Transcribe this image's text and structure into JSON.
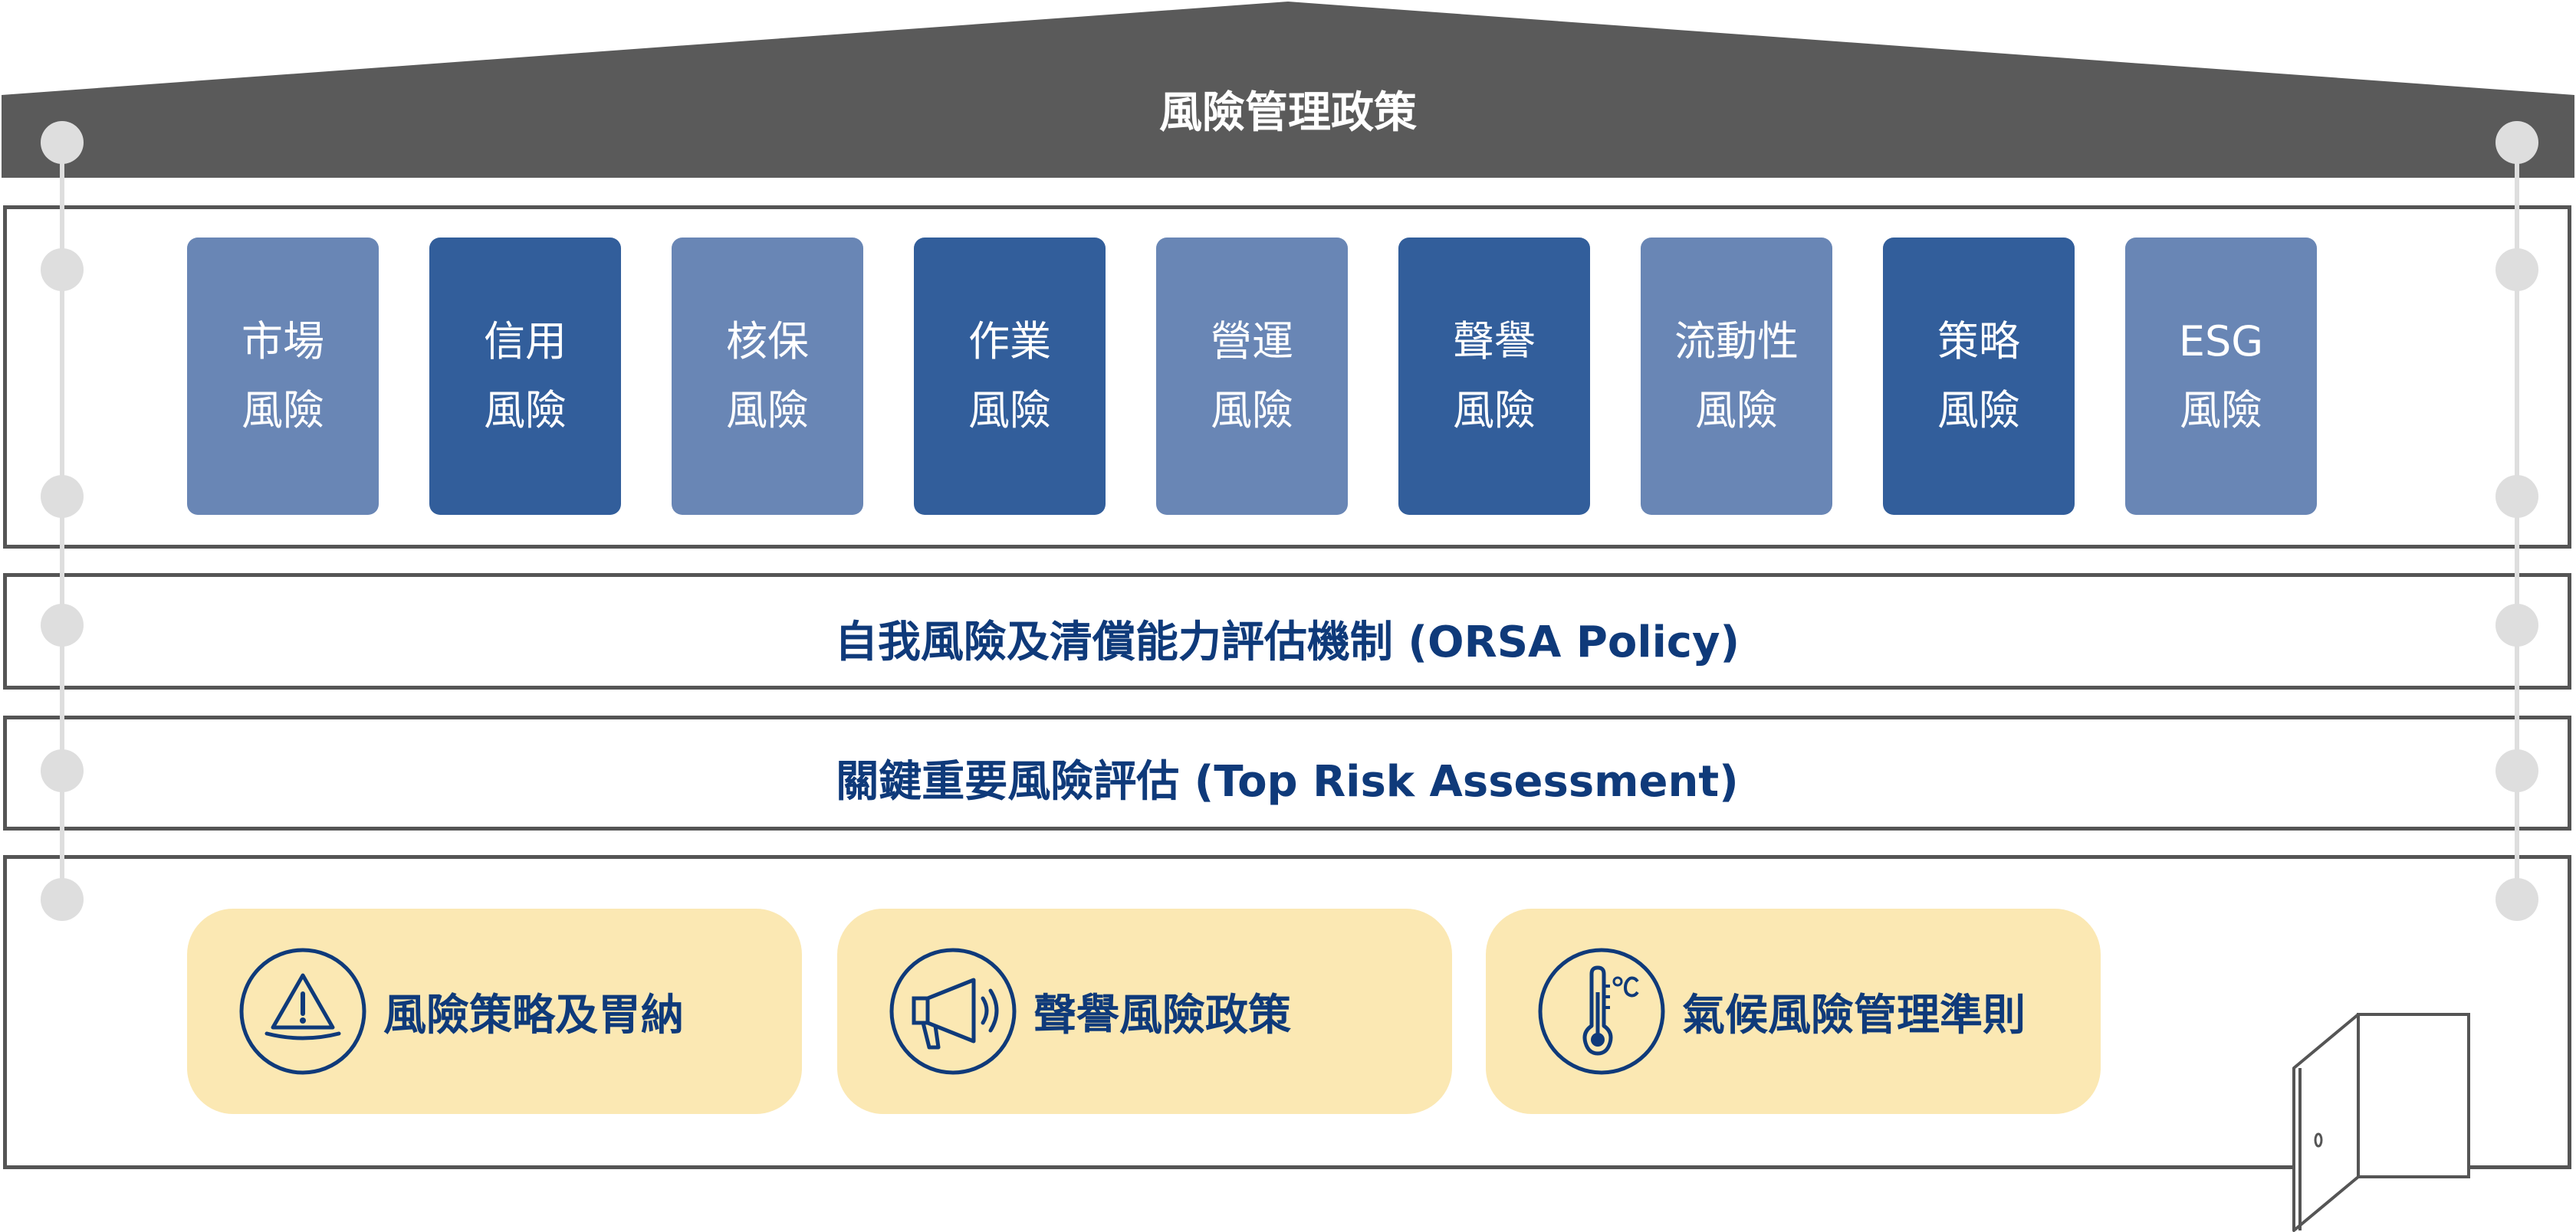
{
  "roof": {
    "title": "風險管理政策"
  },
  "risk_tiles": [
    {
      "line1": "市場",
      "line2": "風險",
      "shade": "light"
    },
    {
      "line1": "信用",
      "line2": "風險",
      "shade": "dark"
    },
    {
      "line1": "核保",
      "line2": "風險",
      "shade": "light"
    },
    {
      "line1": "作業",
      "line2": "風險",
      "shade": "dark"
    },
    {
      "line1": "營運",
      "line2": "風險",
      "shade": "light"
    },
    {
      "line1": "聲譽",
      "line2": "風險",
      "shade": "dark"
    },
    {
      "line1": "流動性",
      "line2": "風險",
      "shade": "light"
    },
    {
      "line1": "策略",
      "line2": "風險",
      "shade": "dark"
    },
    {
      "line1": "ESG",
      "line2": "風險",
      "shade": "light"
    }
  ],
  "orsa": {
    "label": "自我風險及清償能力評估機制 (ORSA Policy)"
  },
  "top_risk": {
    "label": "關鍵重要風險評估 (Top Risk Assessment)"
  },
  "policies": [
    {
      "label": "風險策略及胃納",
      "icon": "warning-icon"
    },
    {
      "label": "聲譽風險政策",
      "icon": "megaphone-icon"
    },
    {
      "label": "氣候風險管理準則",
      "icon": "thermometer-icon"
    }
  ],
  "colors": {
    "roof": "#5a5a5a",
    "tile_light": "#6986b5",
    "tile_dark": "#325e9b",
    "text_blue": "#0f3a7a",
    "pill_bg": "#fbe8b3",
    "frame": "#555555"
  }
}
